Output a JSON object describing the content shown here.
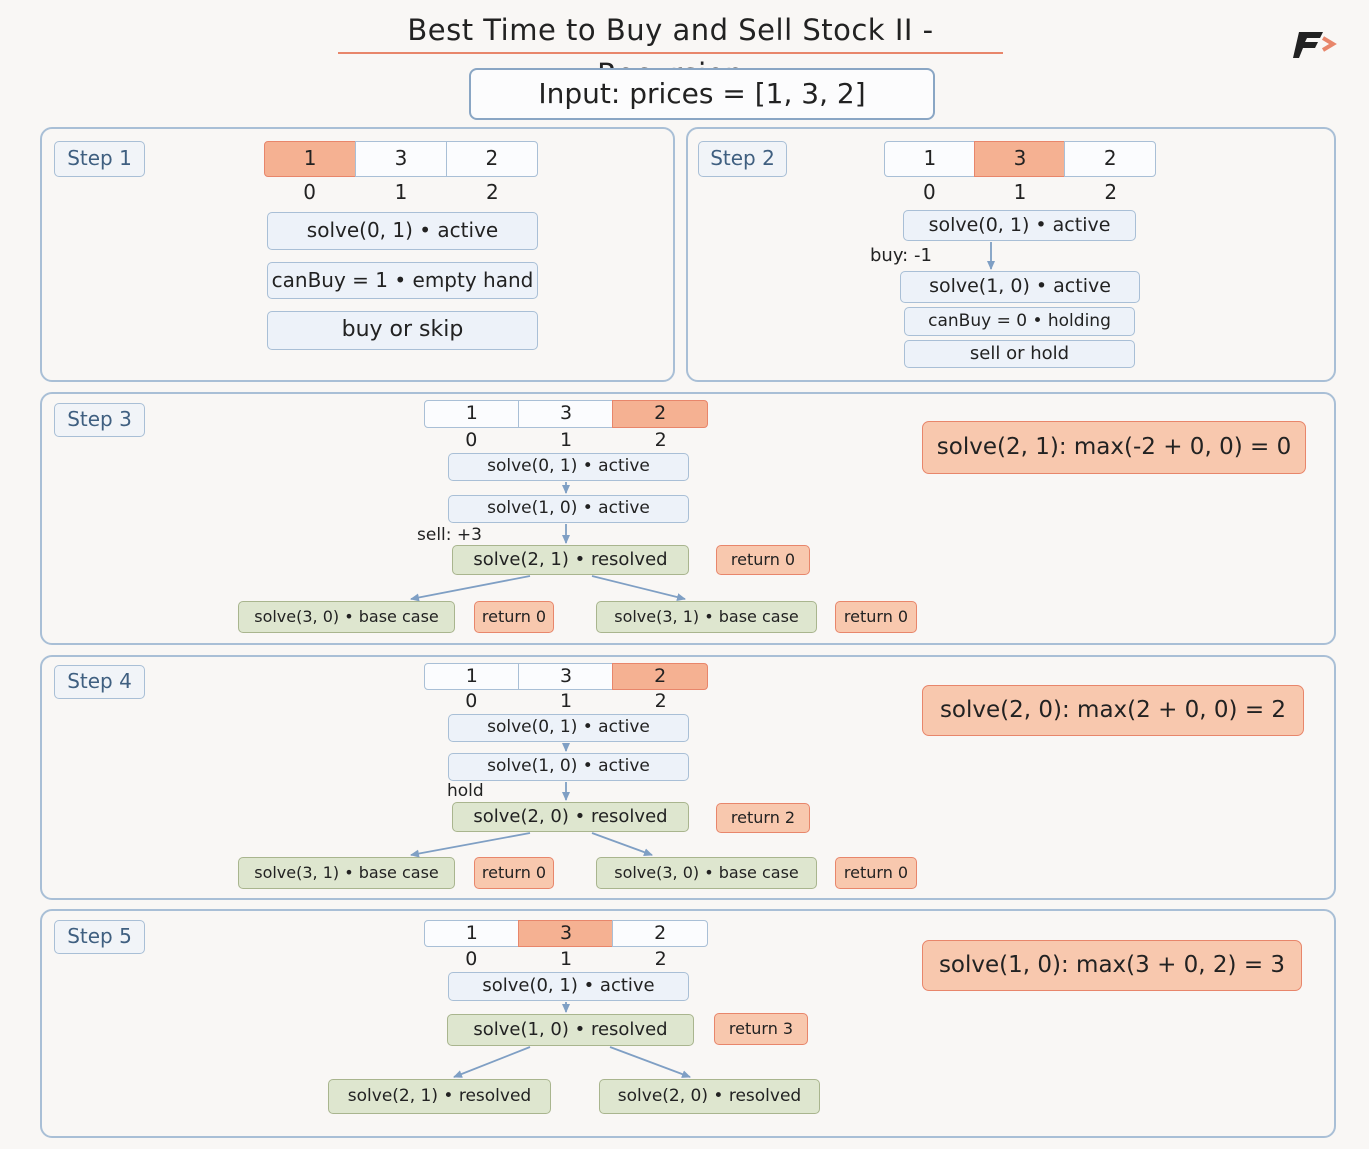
{
  "title": "Best Time to Buy and Sell Stock II - Recursion",
  "input_label": "Input: prices = [1, 3, 2]",
  "prices": [
    "1",
    "3",
    "2"
  ],
  "indices": [
    "0",
    "1",
    "2"
  ],
  "step1": {
    "label": "Step 1",
    "highlight_index": 0,
    "nodes": [
      "solve(0, 1) • active",
      "canBuy = 1 • empty hand",
      "buy or skip"
    ]
  },
  "step2": {
    "label": "Step 2",
    "highlight_index": 1,
    "nodes": [
      "solve(0, 1) • active",
      "solve(1, 0) • active",
      "canBuy = 0 • holding",
      "sell or hold"
    ],
    "edge_label": "buy: -1"
  },
  "step3": {
    "label": "Step 3",
    "highlight_index": 2,
    "nodes": [
      "solve(0, 1) • active",
      "solve(1, 0) • active",
      "solve(2, 1) • resolved",
      "solve(3, 0) • base case",
      "solve(3, 1) • base case"
    ],
    "returns": [
      "return 0",
      "return 0",
      "return 0"
    ],
    "edge_label": "sell: +3",
    "result": "solve(2, 1): max(-2 + 0, 0) = 0"
  },
  "step4": {
    "label": "Step 4",
    "highlight_index": 2,
    "nodes": [
      "solve(0, 1) • active",
      "solve(1, 0) • active",
      "solve(2, 0) • resolved",
      "solve(3, 1) • base case",
      "solve(3, 0) • base case"
    ],
    "returns": [
      "return 2",
      "return 0",
      "return 0"
    ],
    "edge_label": "hold",
    "result": "solve(2, 0): max(2 + 0, 0) = 2"
  },
  "step5": {
    "label": "Step 5",
    "highlight_index": 1,
    "nodes": [
      "solve(0, 1) • active",
      "solve(1, 0) • resolved",
      "solve(2, 1) • resolved",
      "solve(2, 0) • resolved"
    ],
    "returns": [
      "return 3"
    ],
    "result": "solve(1, 0): max(3 + 0, 2) = 3"
  },
  "colors": {
    "highlight": "#f5b192",
    "accent": "#e8866b",
    "active_node": "#edf2f9",
    "resolved_node": "#dee6cf",
    "border": "#a9bfd6",
    "arrow": "#7f9fc4"
  }
}
